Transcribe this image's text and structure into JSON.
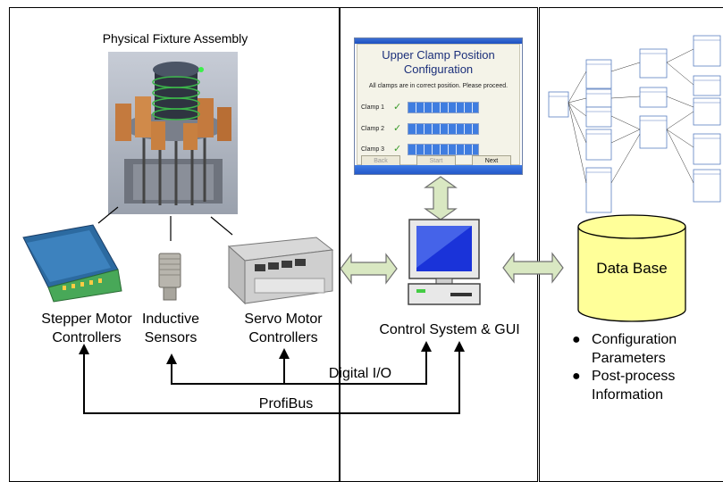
{
  "left_panel": {
    "title": "Physical Fixture Assembly",
    "stepper_label": "Stepper Motor\nControllers",
    "inductive_label": "Inductive\nSensors",
    "servo_label": "Servo Motor\nControllers",
    "digital_io_label": "Digital I/O",
    "profibus_label": "ProfiBus"
  },
  "gui_window": {
    "title": "Upper Clamp Position\nConfiguration",
    "message": "All clamps are in correct position. Please proceed.",
    "clamps": [
      "Clamp 1",
      "Clamp 2",
      "Clamp 3"
    ],
    "buttons": [
      "Back",
      "Start",
      "Next"
    ]
  },
  "middle_panel": {
    "label": "Control System & GUI"
  },
  "right_panel": {
    "database_label": "Data Base",
    "bullets": [
      "Configuration\nParameters",
      "Post-process\nInformation"
    ]
  },
  "icons": [
    "computer-icon",
    "database-icon",
    "stepper-controller-image",
    "inductive-sensor-image",
    "servo-controller-image",
    "fixture-assembly-image",
    "schema-diagram-image"
  ],
  "colors": {
    "arrow_fill": "#d9e8c2",
    "arrow_stroke": "#6f6f6f",
    "database_fill": "#ffff99",
    "monitor_screen": "#1a33d9"
  }
}
